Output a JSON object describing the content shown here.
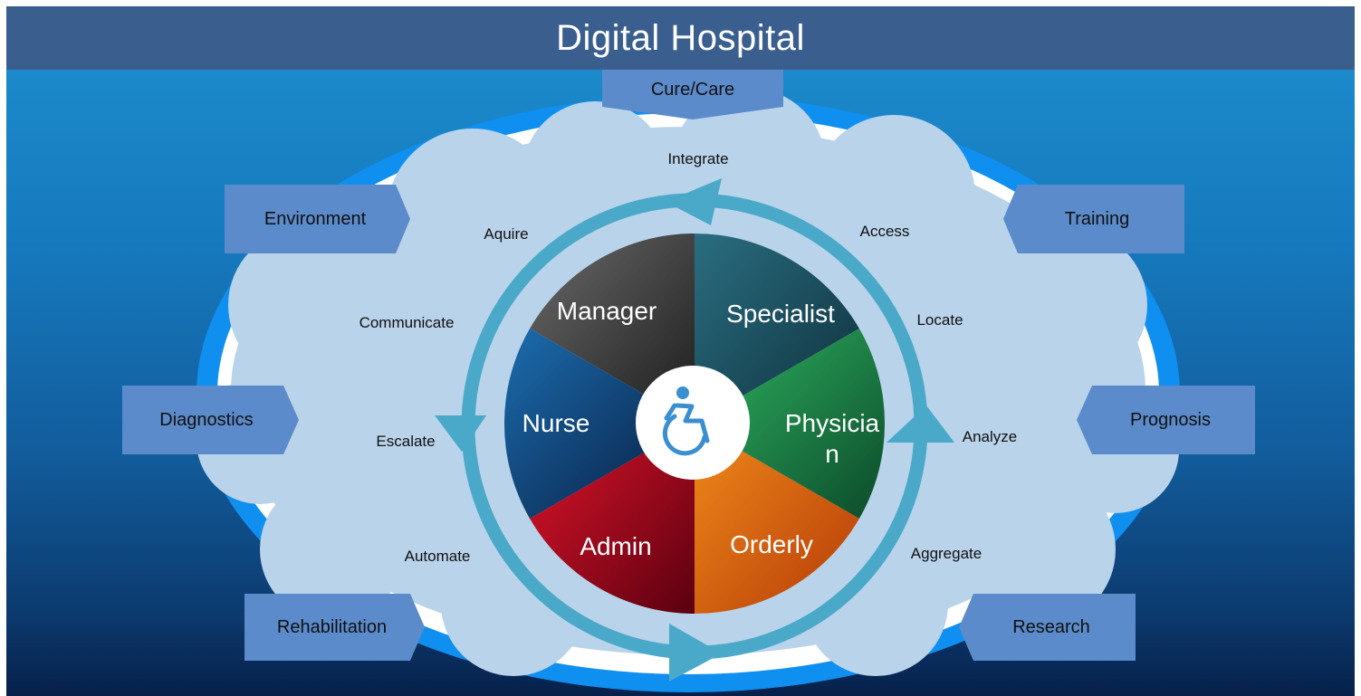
{
  "title": "Digital Hospital",
  "colors": {
    "title_bar": "#3a5f8f",
    "ring": "#0f8ff0",
    "cloud": "#b9d3ea",
    "tab": "#5b8bcb",
    "cycle_arrow": "#4aa9c9"
  },
  "tabs": {
    "cure_care": "Cure/Care",
    "environment": "Environment",
    "training": "Training",
    "diagnostics": "Diagnostics",
    "prognosis": "Prognosis",
    "rehabilitation": "Rehabilitation",
    "research": "Research"
  },
  "verbs": {
    "integrate": "Integrate",
    "aquire": "Aquire",
    "access": "Access",
    "communicate": "Communicate",
    "locate": "Locate",
    "escalate": "Escalate",
    "analyze": "Analyze",
    "automate": "Automate",
    "aggregate": "Aggregate"
  },
  "roles": {
    "manager": "Manager",
    "specialist": "Specialist",
    "nurse": "Nurse",
    "physician": "Physician",
    "admin": "Admin",
    "orderly": "Orderly"
  },
  "center_icon": "wheelchair-icon"
}
